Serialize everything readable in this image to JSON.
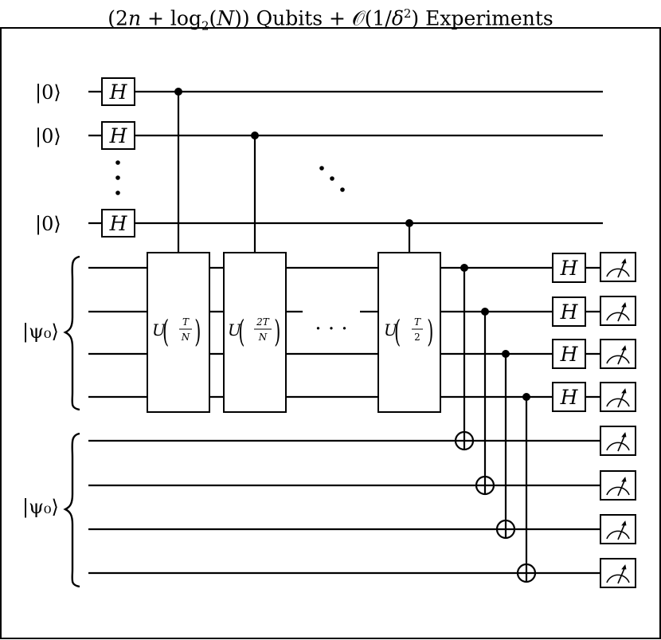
{
  "title": {
    "part1": "(2",
    "part2": "n",
    "part3": " + log",
    "part4": "2",
    "part5": "(",
    "part6": "N",
    "part7": ")) Qubits + ",
    "part8": "𝒪",
    "part9": "(1/",
    "part10": "δ",
    "part11": "2",
    "part12": ") Experiments"
  },
  "ancilla_labels": [
    "|0⟩",
    "|0⟩",
    "|0⟩"
  ],
  "register_labels": [
    "|ψ₀⟩",
    "|ψ₀⟩"
  ],
  "hadamard_label": "H",
  "gates": [
    {
      "label_main": "U",
      "num": "T",
      "den": "N"
    },
    {
      "label_main": "U",
      "num": "2T",
      "den": "N"
    },
    {
      "label_main": "U",
      "num": "T",
      "den": "2"
    }
  ],
  "dots_between_gates": "· · ·",
  "colors": {
    "line": "#000000",
    "background": "#ffffff"
  },
  "icons": [
    "hadamard-gate",
    "control-dot",
    "target-xor-icon",
    "measurement-meter-icon"
  ]
}
